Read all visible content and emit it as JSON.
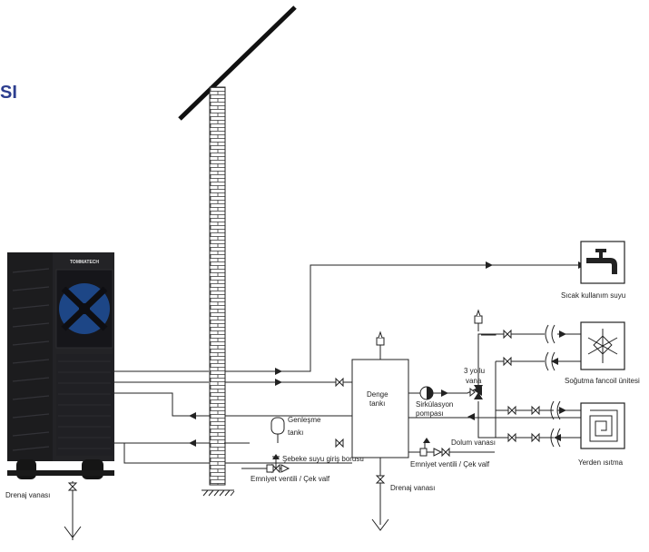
{
  "title_fragment": "SI",
  "brand": "TOMMATECH",
  "labels": {
    "hot_water": "Sıcak kullanım suyu",
    "cooling_fancoil": "Soğutma fancoil ünitesi",
    "floor_heating": "Yerden ısıtma",
    "three_way_1": "3 yollu",
    "three_way_2": "vana",
    "buffer_1": "Denge",
    "buffer_2": "tankı",
    "pump_1": "Sirkülasyon",
    "pump_2": "pompası",
    "expansion_1": "Genleşme",
    "expansion_2": "tankı",
    "mains_inlet": "Şebeke suyu giriş borusu",
    "safety_check_left": "Emniyet ventili / Çek valf",
    "safety_check_right": "Emniyet ventili / Çek valf",
    "fill_valve": "Dolum vanası",
    "drain_left": "Drenaj vanası",
    "drain_center": "Drenaj vanası"
  },
  "colors": {
    "title": "#2d3e8f",
    "unit_body": "#1c1c1e",
    "fan_blue": "#1f4f9a",
    "line": "#222222"
  }
}
